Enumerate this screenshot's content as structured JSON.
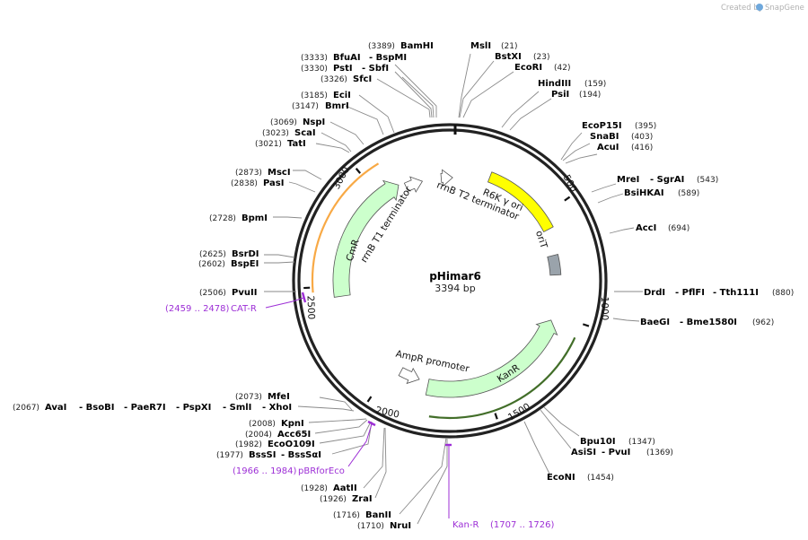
{
  "credit": "Created by",
  "brand": "SnapGene",
  "plasmid": {
    "name": "pHimar6",
    "length_bp": 3394,
    "length_label": "3394 bp"
  },
  "ticks": [
    {
      "pos": 500,
      "label": "500"
    },
    {
      "pos": 1000,
      "label": "1000"
    },
    {
      "pos": 1500,
      "label": "1500"
    },
    {
      "pos": 2000,
      "label": "2000"
    },
    {
      "pos": 2500,
      "label": "2500"
    },
    {
      "pos": 3000,
      "label": "3000"
    }
  ],
  "features": [
    {
      "name": "R6K γ ori",
      "start": 180,
      "end": 570,
      "type": "ori",
      "color": "#ffff00",
      "direction": "none"
    },
    {
      "name": "oriT",
      "start": 700,
      "end": 800,
      "type": "oriT",
      "color": "#9aa3ab",
      "direction": "none"
    },
    {
      "name": "KanR",
      "start": 1030,
      "end": 1790,
      "type": "cds",
      "color": "#ccffcc",
      "direction": "reverse",
      "highlight": "#2d5e12"
    },
    {
      "name": "AmpR promoter",
      "start": 1840,
      "end": 1945,
      "type": "promoter",
      "color": "#ffffff",
      "direction": "reverse"
    },
    {
      "name": "CmR",
      "start": 2450,
      "end": 3110,
      "type": "cds",
      "color": "#ccffcc",
      "direction": "forward",
      "highlight": "#f7a031"
    },
    {
      "name": "rrnB T1 terminator",
      "start": 3140,
      "end": 3230,
      "type": "terminator",
      "color": "#ffffff",
      "direction": "forward"
    },
    {
      "name": "rrnB T2 terminator",
      "start": 3330,
      "end": 3390,
      "type": "terminator",
      "color": "#ffffff",
      "direction": "forward"
    }
  ],
  "primers": [
    {
      "name": "CAT-R",
      "range": "(2459 .. 2478)",
      "color": "#9d2fd6"
    },
    {
      "name": "pBRforEco",
      "range": "(1966 .. 1984)",
      "color": "#9d2fd6"
    },
    {
      "name": "Kan-R",
      "range": "(1707 .. 1726)",
      "color": "#9d2fd6"
    }
  ],
  "sites": [
    {
      "pos": "(3389)",
      "names": [
        "BamHI"
      ]
    },
    {
      "pos": "(3333)",
      "names": [
        "BfuAI",
        "- BspMI"
      ]
    },
    {
      "pos": "(3330)",
      "names": [
        "PstI",
        "- SbfI"
      ]
    },
    {
      "pos": "(3326)",
      "names": [
        "SfcI"
      ]
    },
    {
      "pos": "(3185)",
      "names": [
        "EciI"
      ]
    },
    {
      "pos": "(3147)",
      "names": [
        "BmrI"
      ]
    },
    {
      "pos": "(3069)",
      "names": [
        "NspI"
      ]
    },
    {
      "pos": "(3023)",
      "names": [
        "ScaI"
      ]
    },
    {
      "pos": "(3021)",
      "names": [
        "TatI"
      ]
    },
    {
      "pos": "(2873)",
      "names": [
        "MscI"
      ]
    },
    {
      "pos": "(2838)",
      "names": [
        "PasI"
      ]
    },
    {
      "pos": "(2728)",
      "names": [
        "BpmI"
      ]
    },
    {
      "pos": "(2625)",
      "names": [
        "BsrDI"
      ]
    },
    {
      "pos": "(2602)",
      "names": [
        "BspEI"
      ]
    },
    {
      "pos": "(2506)",
      "names": [
        "PvuII"
      ]
    },
    {
      "pos": "(2073)",
      "names": [
        "MfeI"
      ]
    },
    {
      "pos": "(2067)",
      "names": [
        "AvaI",
        "- BsoBI",
        "- PaeR7I",
        "- PspXI",
        "- SmlI",
        "- XhoI"
      ]
    },
    {
      "pos": "(2008)",
      "names": [
        "KpnI"
      ]
    },
    {
      "pos": "(2004)",
      "names": [
        "Acc65I"
      ]
    },
    {
      "pos": "(1982)",
      "names": [
        "EcoO109I"
      ]
    },
    {
      "pos": "(1977)",
      "names": [
        "BssSI",
        "- BssSαI"
      ]
    },
    {
      "pos": "(1928)",
      "names": [
        "AatII"
      ]
    },
    {
      "pos": "(1926)",
      "names": [
        "ZraI"
      ]
    },
    {
      "pos": "(1716)",
      "names": [
        "BanII"
      ]
    },
    {
      "pos": "(1710)",
      "names": [
        "NruI"
      ]
    },
    {
      "pos": "(21)",
      "names": [
        "MslI"
      ]
    },
    {
      "pos": "(23)",
      "names": [
        "BstXI"
      ]
    },
    {
      "pos": "(42)",
      "names": [
        "EcoRI"
      ]
    },
    {
      "pos": "(159)",
      "names": [
        "HindIII"
      ]
    },
    {
      "pos": "(194)",
      "names": [
        "PsiI"
      ]
    },
    {
      "pos": "(395)",
      "names": [
        "EcoP15I"
      ]
    },
    {
      "pos": "(403)",
      "names": [
        "SnaBI"
      ]
    },
    {
      "pos": "(416)",
      "names": [
        "AcuI"
      ]
    },
    {
      "pos": "(543)",
      "names": [
        "MreI",
        "- SgrAI"
      ]
    },
    {
      "pos": "(589)",
      "names": [
        "BsiHKAI"
      ]
    },
    {
      "pos": "(694)",
      "names": [
        "AccI"
      ]
    },
    {
      "pos": "(880)",
      "names": [
        "DrdI",
        "- PflFI",
        "- Tth111I"
      ]
    },
    {
      "pos": "(962)",
      "names": [
        "BaeGI",
        "- Bme1580I"
      ]
    },
    {
      "pos": "(1347)",
      "names": [
        "Bpu10I"
      ]
    },
    {
      "pos": "(1369)",
      "names": [
        "AsiSI",
        "- PvuI"
      ]
    },
    {
      "pos": "(1454)",
      "names": [
        "EcoNI"
      ]
    }
  ],
  "colors": {
    "backbone": "#222222",
    "primer": "#9d2fd6",
    "cds_fill": "#ccffcc",
    "ori_fill": "#ffff00",
    "orit_fill": "#9aa3ab",
    "kan_highlight": "#2d5e12",
    "cm_highlight": "#f7a031",
    "logo": "#6fa8dc"
  }
}
